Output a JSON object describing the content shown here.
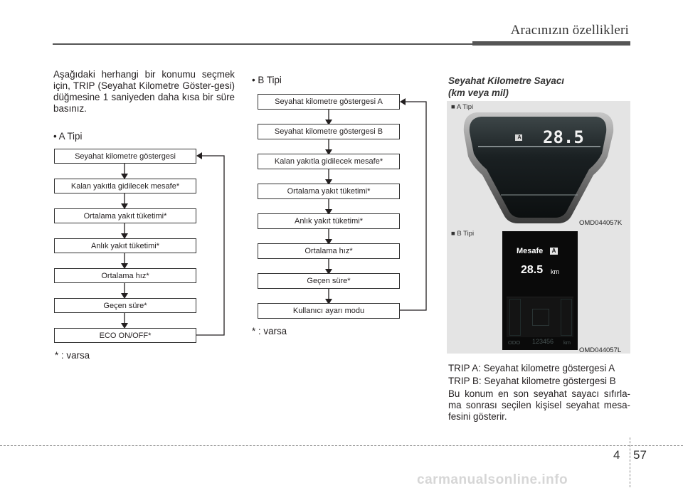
{
  "header": {
    "title": "Aracınızın özellikleri"
  },
  "intro": "Aşağıdaki herhangi bir konumu seçmek için, TRIP (Seyahat Kilometre Göster-gesi) düğmesine 1 saniyeden daha kısa bir süre basınız.",
  "type_a": {
    "label": "• A Tipi",
    "items": [
      "Seyahat kilometre göstergesi",
      "Kalan yakıtla gidilecek mesafe*",
      "Ortalama yakıt tüketimi*",
      "Anlık yakıt tüketimi*",
      "Ortalama hız*",
      "Geçen süre*",
      "ECO ON/OFF*"
    ],
    "note": "* : varsa"
  },
  "type_b": {
    "label": "• B Tipi",
    "items": [
      "Seyahat kilometre göstergesi A",
      "Seyahat kilometre göstergesi B",
      "Kalan yakıtla gidilecek mesafe*",
      "Ortalama yakıt tüketimi*",
      "Anlık yakıt tüketimi*",
      "Ortalama hız*",
      "Geçen süre*",
      "Kullanıcı ayarı modu"
    ],
    "note": "* : varsa"
  },
  "odometer_section": {
    "title_line1": "Seyahat Kilometre Sayacı",
    "title_line2": "(km veya mil)",
    "photo_a": {
      "label": "■ A Tipi",
      "badge": "A",
      "reading": "28.5",
      "code": "OMD044057K"
    },
    "photo_b": {
      "label": "■ B Tipi",
      "title": "Mesafe",
      "badge": "A",
      "reading": "28.5",
      "unit": "km",
      "odo_label": "ODO",
      "odo_value": "123456",
      "odo_unit": "km",
      "code": "OMD044057L"
    },
    "trip_a": "TRIP A: Seyahat kilometre göstergesi A",
    "trip_b": "TRIP B: Seyahat kilometre göstergesi B",
    "description": "Bu konum en son seyahat sayacı sıfırla-ma sonrası seçilen kişisel seyahat mesa-fesini gösterir."
  },
  "footer": {
    "chapter": "4",
    "page": "57",
    "watermark": "carmanualsonline.info"
  }
}
